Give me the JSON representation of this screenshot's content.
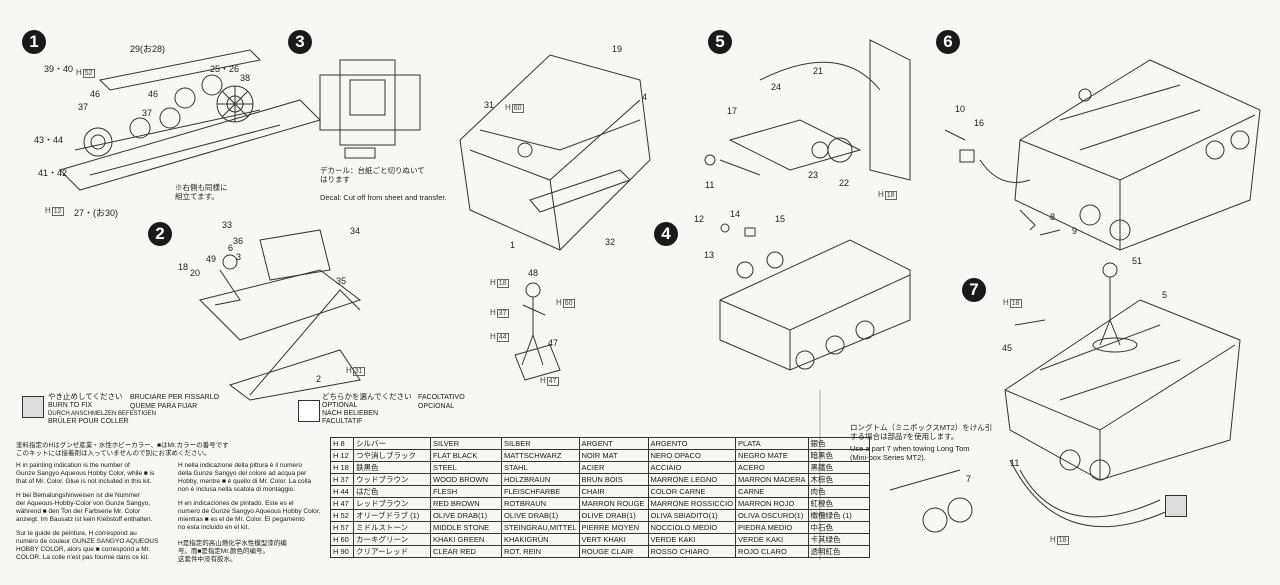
{
  "steps": [
    "1",
    "2",
    "3",
    "4",
    "5",
    "6",
    "7"
  ],
  "step1": {
    "parts": [
      "29(お28)",
      "39・40",
      "46",
      "37",
      "25・26",
      "38",
      "46",
      "37",
      "43・44",
      "41・42",
      "27・(お30)"
    ],
    "h_codes": [
      "52",
      "12"
    ],
    "note": "※右側も同様に\n組立てます。"
  },
  "step2": {
    "parts": [
      "33",
      "36",
      "34",
      "6",
      "3",
      "49",
      "18",
      "20",
      "35",
      "2"
    ],
    "h_code": "31"
  },
  "step3": {
    "decal_jp": "デカール：台紙ごと切りぬいて\nはります",
    "decal_en": "Decal: Cut off from sheet and transfer."
  },
  "step3b": {
    "parts": [
      "19",
      "4",
      "31",
      "1",
      "32",
      "48",
      "47"
    ],
    "h_codes": [
      "60",
      "18",
      "60",
      "37",
      "44",
      "47"
    ]
  },
  "step4": {
    "parts": [
      "12",
      "14",
      "15",
      "13"
    ]
  },
  "step5": {
    "parts": [
      "21",
      "24",
      "17",
      "23",
      "22",
      "11"
    ],
    "h_code": "18"
  },
  "step6": {
    "parts": [
      "10",
      "16",
      "8",
      "9"
    ]
  },
  "step7": {
    "parts": [
      "51",
      "5",
      "45",
      "11",
      "7"
    ],
    "h_codes": [
      "18",
      "18"
    ],
    "note_jp": "ロングトム（ミニボックスMT2）をけん引\nする場合は部品7を使用します。",
    "note_en": "Use a part 7 when towing Long Tom\n(Mini-box Series MT2)."
  },
  "legend_glue": {
    "jp": "やき止めしてください",
    "en": "BURN TO FIX",
    "de": "DURCH ANSCHMELZEN BEFESTIGEN",
    "fr": "BRÛLER POUR COLLER",
    "it": "BRUCIARE PER FISSARLO",
    "es": "QUEME PARA FIJAR"
  },
  "legend_optional": {
    "jp": "どちらかを選んでください",
    "en": "OPTIONAL",
    "de": "NACH BELIEBEN",
    "fr": "FACULTATIF",
    "it": "FACOLTATIVO",
    "es": "OPCIONAL"
  },
  "paint_rows": [
    [
      "H 8",
      "シルバー",
      "SILVER",
      "SILBER",
      "ARGENT",
      "ARGENTO",
      "PLATA",
      "銀色"
    ],
    [
      "H 12",
      "つや消しブラック",
      "FLAT BLACK",
      "MATTSCHWARZ",
      "NOIR MAT",
      "NERO OPACO",
      "NEGRO MATE",
      "暗黑色"
    ],
    [
      "H 18",
      "鉄黒色",
      "STEEL",
      "STAHL",
      "ACIER",
      "ACCIAIO",
      "ACERO",
      "黑鐵色"
    ],
    [
      "H 37",
      "ウッドブラウン",
      "WOOD BROWN",
      "HOLZBRAUN",
      "BRUN BOIS",
      "MARRONE LEGNO",
      "MARRON MADERA",
      "木棕色"
    ],
    [
      "H 44",
      "はだ色",
      "FLESH",
      "FLEISCHFARBE",
      "CHAIR",
      "COLOR CARNE",
      "CARNE",
      "肉色"
    ],
    [
      "H 47",
      "レッドブラウン",
      "RED BROWN",
      "ROTBRAUN",
      "MARRON ROUGE",
      "MARRONE ROSSICCIO",
      "MARRON ROJO",
      "紅橙色"
    ],
    [
      "H 52",
      "オリーブドラブ (1)",
      "OLIVE DRAB(1)",
      "OLIVE DRAB(1)",
      "OLIVE DRAB(1)",
      "OLIVA SBIADITO(1)",
      "OLIVA OSCURO(1)",
      "橄欖绿色 (1)"
    ],
    [
      "H 57",
      "ミドルストーン",
      "MIDDLE STONE",
      "STEINGRAU,MITTEL",
      "PIERRE MOYEN",
      "NOCCIOLO MEDIO",
      "PIEDRA MEDIO",
      "中石色"
    ],
    [
      "H 60",
      "カーキグリーン",
      "KHAKI GREEN",
      "KHAKIGRÜN",
      "VERT KHAKI",
      "VERDE KAKI",
      "VERDE KAKI",
      "卡其绿色"
    ],
    [
      "H 90",
      "クリアーレッド",
      "CLEAR RED",
      "ROT, REIN",
      "ROUGE CLAIR",
      "ROSSO CHIARO",
      "ROJO CLARO",
      "透明紅色"
    ]
  ],
  "bottom_left": {
    "jp": "塗料指定のHはグンゼ産業・水性ホビーカラー、■はMr.カラーの番号です\nこのキットには接着剤は入っていませんので別にお求めください。",
    "en": "H in painting indication is the number of\nGunze Sangyo Aqueous Hobby Color, while ■ is\nthat of Mr. Color. Glue is not included in this kit.",
    "de": "H bei Bemalungshinweisen ist die Nummer\nder Aqueous-Hobby-Color von Gunze Sangyo,\nwährend ■ den Ton der Farbserie Mr. Color\nanzeigt. Im Bausatz ist kein Klebstoff enthalten.",
    "fr": "Sur le guide de peinture, H correspond au\nnuméro de couleur GUNZE SANGYO AQUEOUS\nHOBBY COLOR, alors que ■ correspond a Mr.\nCOLOR. La colle n'est pas fournie dans ce kit.",
    "it": "H nella indicazione della pittura è il numero\ndella Gunze Sangyo del colore ad acqua per\nHobby, mentre ■ è quello di Mr. Color. La colla\nnon è inclusa nella scatola di montaggio.",
    "es": "H en indicaciones de pintado. Este es el\nnumero de Gunze Sangyo Aqueous Hobby Color,\nmientras ■ es el de Mr. Color. El pegamento\nno esta incluido en el kit.",
    "cn": "H是指定的高山燃化学水性模型漆的编\n号。而■是指定Mr.颜色的编号。\n这套件中没有胶水。"
  }
}
